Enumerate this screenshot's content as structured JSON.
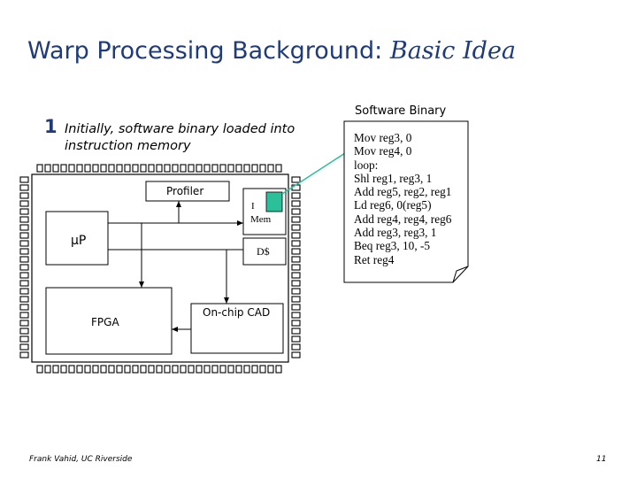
{
  "slide": {
    "title_main": "Warp Processing Background: ",
    "title_italic": "Basic Idea",
    "step_number": "1",
    "step_text": "Initially, software binary loaded into instruction memory",
    "footer_left": "Frank Vahid, UC Riverside",
    "page_number": "11"
  },
  "diagram": {
    "profiler": "Profiler",
    "imem_line1": "I",
    "imem_line2": "Mem",
    "dcache": "D$",
    "processor": "µP",
    "fpga": "FPGA",
    "onchip_cad": "On-chip CAD"
  },
  "software_binary": {
    "title": "Software Binary",
    "lines": [
      "Mov reg3, 0",
      "Mov reg4, 0",
      "loop:",
      "Shl reg1, reg3, 1",
      "Add reg5, reg2, reg1",
      "Ld reg6, 0(reg5)",
      "Add reg4, reg4, reg6",
      "Add reg3, reg3, 1",
      "Beq reg3, 10, -5",
      "Ret reg4"
    ]
  },
  "colors": {
    "title": "#1f3b7a",
    "highlight": "#2bbf9a"
  }
}
